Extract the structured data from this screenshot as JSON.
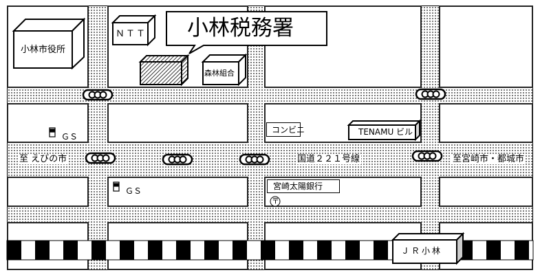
{
  "title": "小林税務署",
  "buildings": {
    "city_hall": "小林市役所",
    "ntt": "ＮＴＴ",
    "forest_union": "森林組合",
    "convenience_store": "コンビニ",
    "tenamu_building": "TENAMU ビル",
    "bank": "宮崎太陽銀行",
    "station": "ＪＲ小林"
  },
  "gas_stations": [
    "ＧＳ",
    "ＧＳ"
  ],
  "post_office_symbol": "〒",
  "roads": {
    "west": "至 えびの市",
    "route": "国道２２１号線",
    "east": "至宮崎市・都城市"
  }
}
